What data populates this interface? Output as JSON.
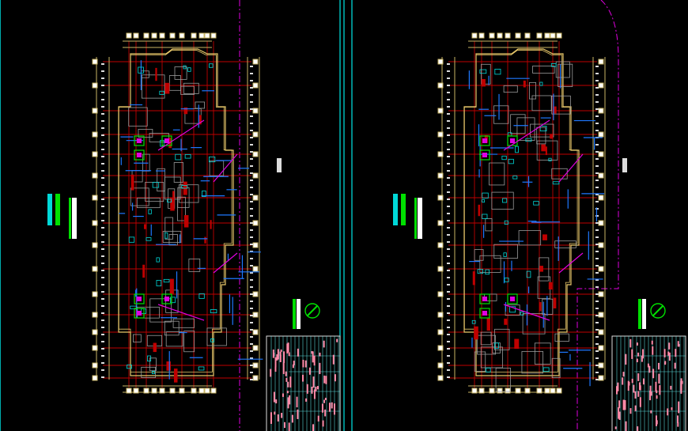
{
  "canvas": {
    "background": "#000000"
  },
  "colors": {
    "viewport_border": "#00e5e5",
    "grid_line": "#c00000",
    "axis_bubble": "#c8b464",
    "outline": "#e8c86a",
    "water_pipe": "#1e78ff",
    "wall": "#9a9a9a",
    "fixture": "#00d8d8",
    "accent_green": "#00e000",
    "accent_magenta": "#e000e0",
    "table_text": "#ff8aa8",
    "table_grid": "#5ad8d8"
  },
  "drawings": [
    {
      "id": "plan-left",
      "icons": [
        "north-arrow-icon"
      ]
    },
    {
      "id": "plan-right",
      "icons": [
        "north-arrow-icon"
      ]
    }
  ],
  "grid": {
    "horizontal_axes": 16,
    "vertical_axes": 9
  }
}
